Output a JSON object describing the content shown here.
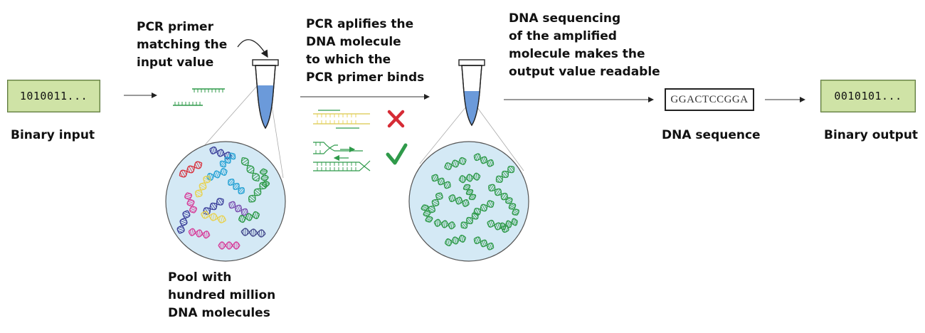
{
  "input": {
    "value": "1010011...",
    "label": "Binary input"
  },
  "steps": {
    "primer_label": "PCR primer\nmatching the\ninput value",
    "pcr_label": "PCR aplifies the\nDNA molecule\nto which the\nPCR primer binds",
    "sequencing_label": "DNA sequencing\nof the amplified\nmolecule makes the\noutput value readable",
    "pool_label": "Pool with\nhundred million\nDNA molecules"
  },
  "sequence": {
    "value": "GGACTCCGGA",
    "label": "DNA sequence"
  },
  "output": {
    "value": "0010101...",
    "label": "Binary output"
  },
  "colors": {
    "box_fill": "#cfe3a6",
    "pool_fill": "#d4e9f5",
    "dna_green": "#2f9a4a",
    "cross_red": "#d62b35",
    "check_green": "#2f9a4a",
    "tube_liquid": "#5b8fd6"
  }
}
